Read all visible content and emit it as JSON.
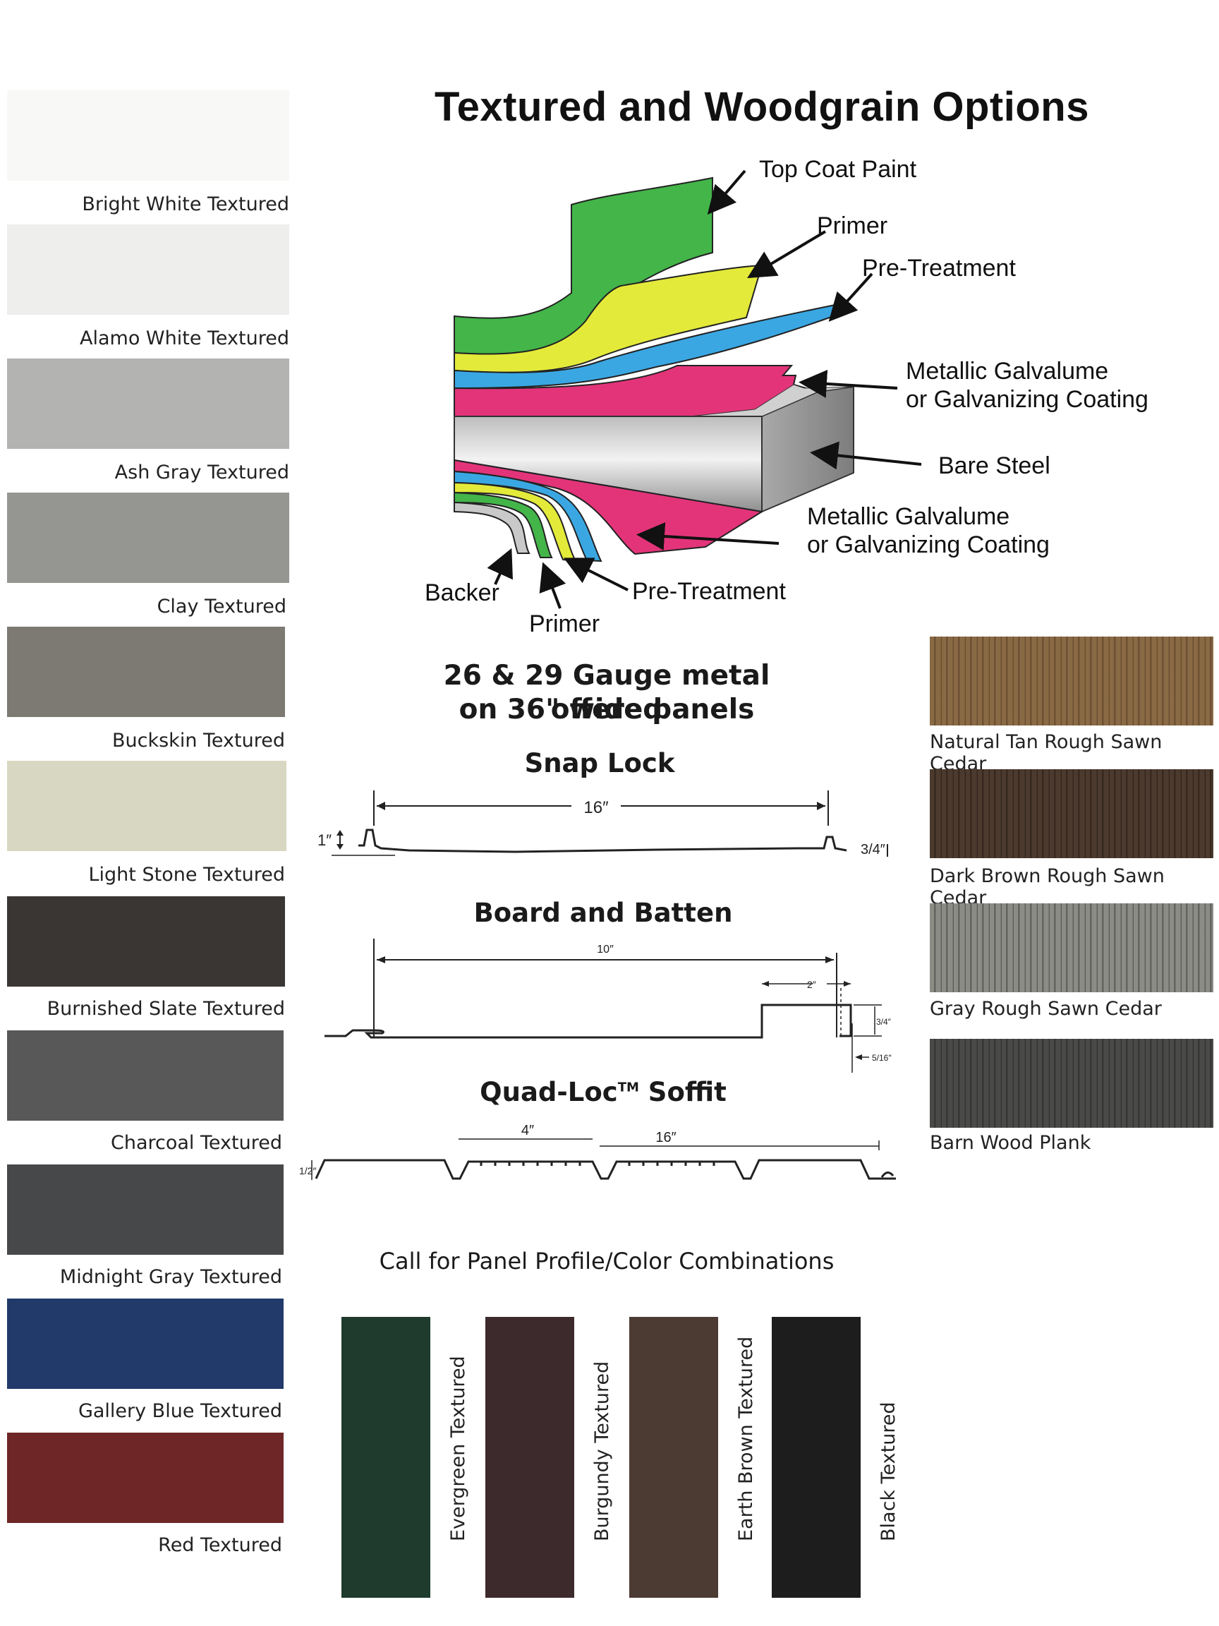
{
  "title": "Textured and Woodgrain Options",
  "left_colors": [
    {
      "name": "Bright White Textured",
      "color": "#f8f8f7"
    },
    {
      "name": "Alamo White Textured",
      "color": "#eeeeec"
    },
    {
      "name": "Ash Gray Textured",
      "color": "#b3b4b2"
    },
    {
      "name": "Clay Textured",
      "color": "#959591"
    },
    {
      "name": "Buckskin Textured",
      "color": "#7c7a73"
    },
    {
      "name": "Light Stone Textured",
      "color": "#d8d8c2"
    },
    {
      "name": "Burnished Slate Textured",
      "color": "#3a3634"
    },
    {
      "name": "Charcoal Textured",
      "color": "#585858"
    },
    {
      "name": "Midnight Gray Textured",
      "color": "#47484a"
    },
    {
      "name": "Gallery Blue Textured",
      "color": "#213a6a"
    },
    {
      "name": "Red Textured",
      "color": "#6e2626"
    }
  ],
  "diagram": {
    "labels": {
      "top_coat": "Top Coat Paint",
      "primer_top": "Primer",
      "pretreat_top": "Pre-Treatment",
      "galv_top_1": "Metallic Galvalume",
      "galv_top_2": "or Galvanizing Coating",
      "bare_steel": "Bare Steel",
      "galv_bot_1": "Metallic Galvalume",
      "galv_bot_2": "or Galvanizing Coating",
      "backer": "Backer",
      "pretreat_bot": "Pre-Treatment",
      "primer_bot": "Primer"
    },
    "layer_colors": {
      "top_coat": "#43b549",
      "primer": "#e3ea3a",
      "pretreat": "#3aa7e3",
      "galv": "#e3347a",
      "steel": "#9a9a9a"
    }
  },
  "gauge_line1": "26 & 29 Gauge metal offered",
  "gauge_line2": "on 36\" wide panels",
  "profiles": {
    "snap_lock": {
      "title": "Snap Lock",
      "width": "16″",
      "height": "1″",
      "rib": "3/4″"
    },
    "board_batten": {
      "title": "Board and Batten",
      "width": "10″",
      "batten": "2″",
      "depth": "3/4″",
      "lip": "5/16″"
    },
    "quad_loc": {
      "title": "Quad-Loc",
      "tm": "TM",
      "title_suffix": "Soffit",
      "width_small": "4″",
      "width_large": "16″",
      "height": "1/2″"
    }
  },
  "call_text": "Call for Panel Profile/Color Combinations",
  "woodgrain": [
    {
      "name": "Natural Tan Rough Sawn Cedar",
      "color": "#8a6a45",
      "grain": "#5b4128"
    },
    {
      "name": "Dark Brown Rough Sawn Cedar",
      "color": "#4c3a2e",
      "grain": "#2a1e17"
    },
    {
      "name": "Gray Rough Sawn Cedar",
      "color": "#8c8c86",
      "grain": "#4b4b47"
    },
    {
      "name": "Barn Wood Plank",
      "color": "#4a4a48",
      "grain": "#2a2a29"
    }
  ],
  "bottom_colors": [
    {
      "name": "Evergreen Textured",
      "color": "#1e3b2d"
    },
    {
      "name": "Burgundy Textured",
      "color": "#3d2a2c"
    },
    {
      "name": "Earth Brown Textured",
      "color": "#4b3b32"
    },
    {
      "name": "Black Textured",
      "color": "#1d1d1d"
    }
  ]
}
